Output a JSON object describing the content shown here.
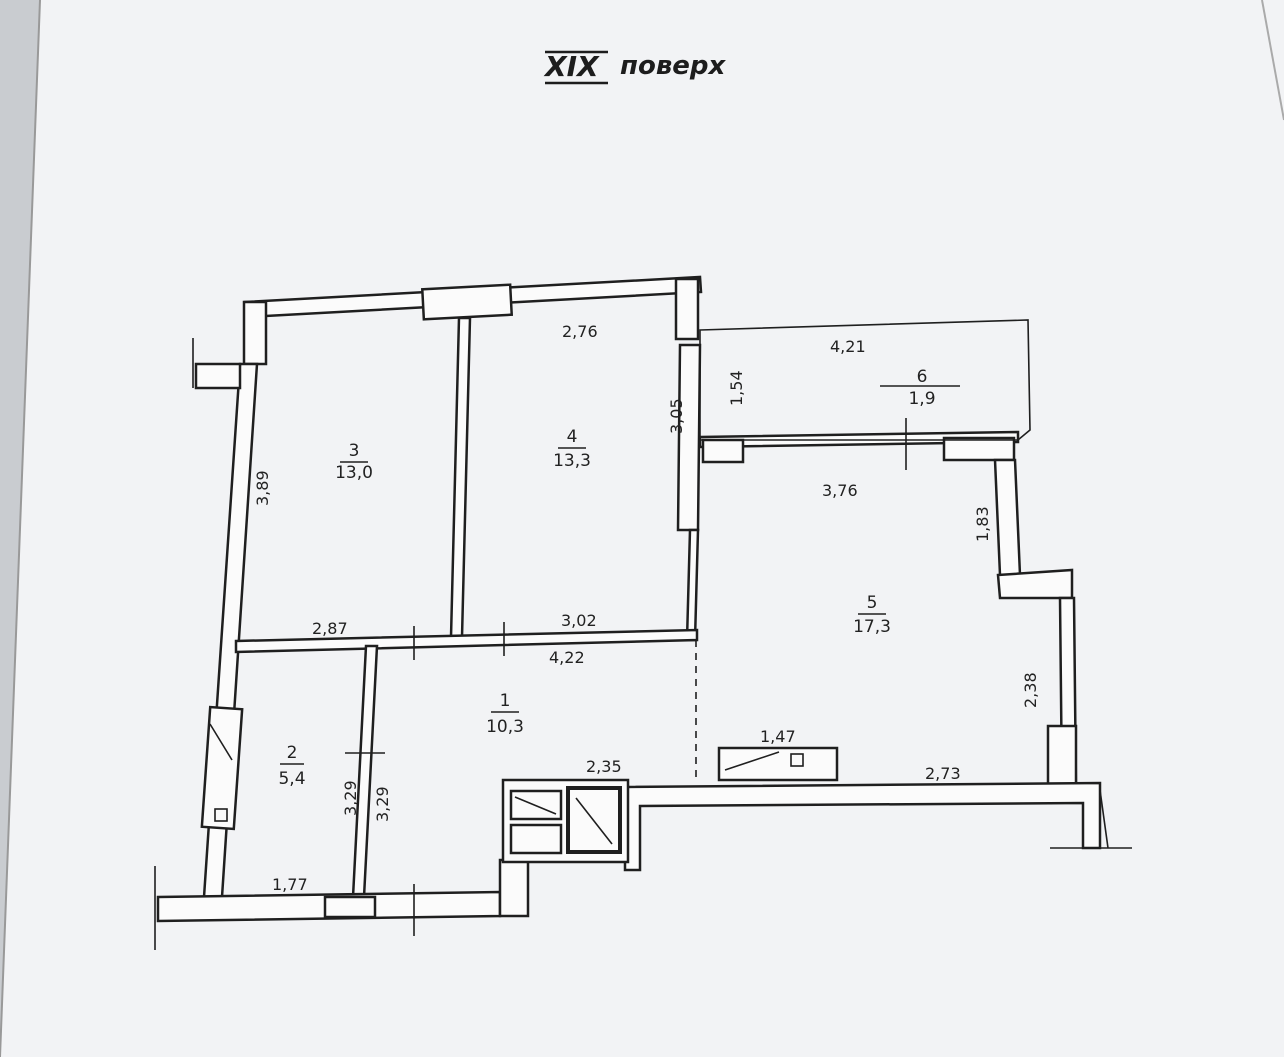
{
  "title": {
    "roman": "XIX",
    "word": "поверх"
  },
  "rooms": [
    {
      "number": "1",
      "area": "10,3"
    },
    {
      "number": "2",
      "area": "5,4"
    },
    {
      "number": "3",
      "area": "13,0"
    },
    {
      "number": "4",
      "area": "13,3"
    },
    {
      "number": "5",
      "area": "17,3"
    },
    {
      "number": "6",
      "area": "1,9"
    }
  ],
  "dimensions": {
    "d276": "2,76",
    "d421": "4,21",
    "d154": "1,54",
    "d305": "3,05",
    "d389": "3,89",
    "d376": "3,76",
    "d183": "1,83",
    "d287": "2,87",
    "d302": "3,02",
    "d422": "4,22",
    "d238": "2,38",
    "d147": "1,47",
    "d235": "2,35",
    "d273": "2,73",
    "d329a": "3,29",
    "d329b": "3,29",
    "d177": "1,77"
  },
  "colors": {
    "paper": "#f3f4f5",
    "ink": "#1f1f1f",
    "wall_fill": "#fbfbfb"
  }
}
